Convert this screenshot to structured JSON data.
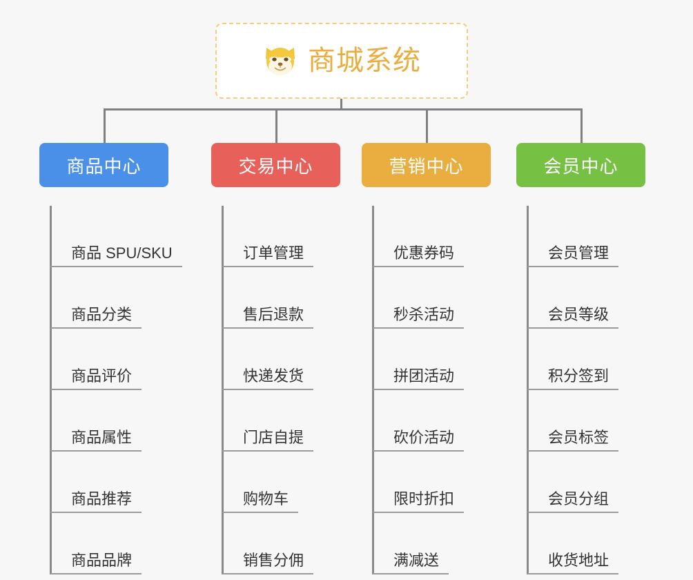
{
  "root": {
    "icon": "shiba-dog-face-icon",
    "title": "商城系统"
  },
  "colors": {
    "background": "#f7f7f7",
    "root_border": "#f5cc7a",
    "root_text": "#e9ae3f",
    "connector": "#808080",
    "leaf_text": "#333333",
    "leaf_underline": "#9a9a9a",
    "branch_1": "#4a90e8",
    "branch_2": "#e8605a",
    "branch_3": "#e9ae3f",
    "branch_4": "#76c043"
  },
  "branches": [
    {
      "label": "商品中心",
      "items": [
        {
          "label": "商品 SPU/SKU"
        },
        {
          "label": "商品分类"
        },
        {
          "label": "商品评价"
        },
        {
          "label": "商品属性"
        },
        {
          "label": "商品推荐"
        },
        {
          "label": "商品品牌"
        }
      ]
    },
    {
      "label": "交易中心",
      "items": [
        {
          "label": "订单管理"
        },
        {
          "label": "售后退款"
        },
        {
          "label": "快递发货"
        },
        {
          "label": "门店自提"
        },
        {
          "label": "购物车"
        },
        {
          "label": "销售分佣"
        }
      ]
    },
    {
      "label": "营销中心",
      "items": [
        {
          "label": "优惠券码"
        },
        {
          "label": "秒杀活动"
        },
        {
          "label": "拼团活动"
        },
        {
          "label": "砍价活动"
        },
        {
          "label": "限时折扣"
        },
        {
          "label": "满减送"
        }
      ]
    },
    {
      "label": "会员中心",
      "items": [
        {
          "label": "会员管理"
        },
        {
          "label": "会员等级"
        },
        {
          "label": "积分签到"
        },
        {
          "label": "会员标签"
        },
        {
          "label": "会员分组"
        },
        {
          "label": "收货地址"
        }
      ]
    }
  ]
}
